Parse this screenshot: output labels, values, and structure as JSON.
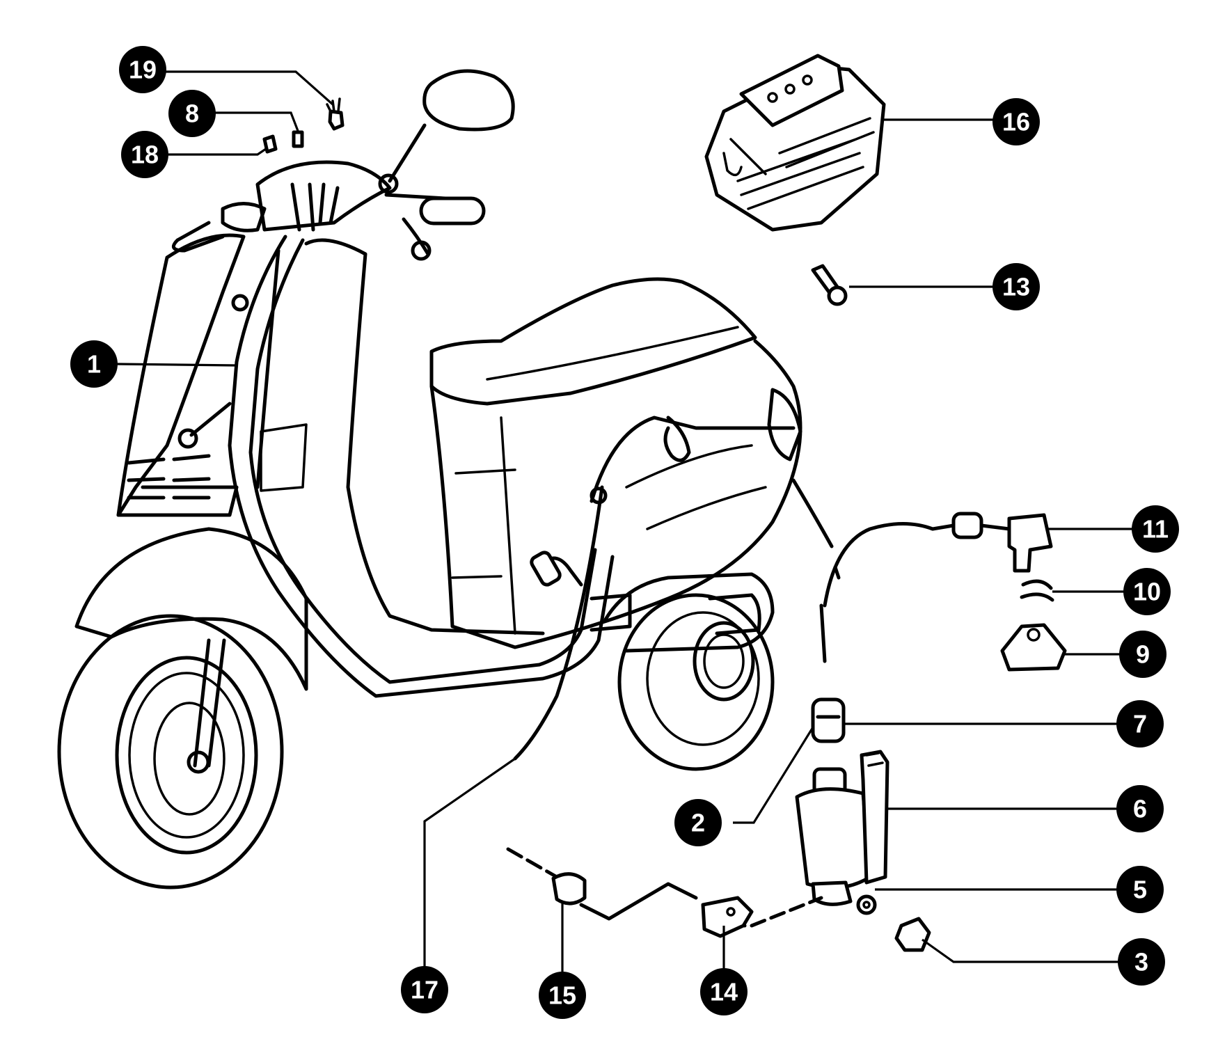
{
  "diagram": {
    "callouts": [
      {
        "id": "19",
        "label": "19"
      },
      {
        "id": "8",
        "label": "8"
      },
      {
        "id": "18",
        "label": "18"
      },
      {
        "id": "16",
        "label": "16"
      },
      {
        "id": "13",
        "label": "13"
      },
      {
        "id": "1",
        "label": "1"
      },
      {
        "id": "11",
        "label": "11"
      },
      {
        "id": "10",
        "label": "10"
      },
      {
        "id": "9",
        "label": "9"
      },
      {
        "id": "7",
        "label": "7"
      },
      {
        "id": "6",
        "label": "6"
      },
      {
        "id": "2",
        "label": "2"
      },
      {
        "id": "5",
        "label": "5"
      },
      {
        "id": "3",
        "label": "3"
      },
      {
        "id": "17",
        "label": "17"
      },
      {
        "id": "15",
        "label": "15"
      },
      {
        "id": "14",
        "label": "14"
      }
    ]
  }
}
